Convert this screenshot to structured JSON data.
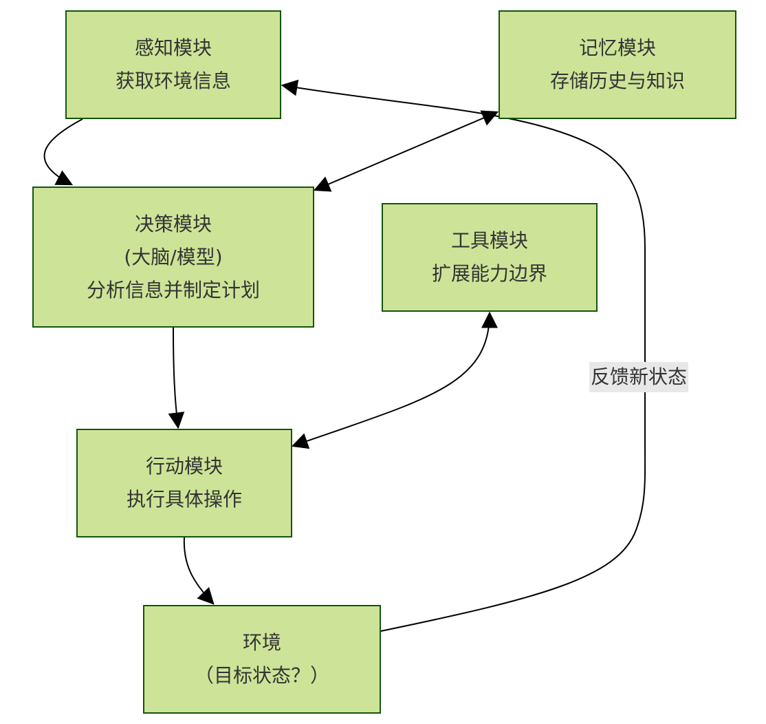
{
  "diagram": {
    "type": "flowchart",
    "colors": {
      "node_fill": "#cde498",
      "node_border": "#13540c",
      "text": "#333333",
      "edge": "#000000",
      "label_bg": "#e8e8e8"
    },
    "nodes": {
      "perception": {
        "lines": [
          "感知模块",
          "获取环境信息"
        ]
      },
      "memory": {
        "lines": [
          "记忆模块",
          "存储历史与知识"
        ]
      },
      "decision": {
        "lines": [
          "决策模块",
          "(大脑/模型)",
          "分析信息并制定计划"
        ]
      },
      "tools": {
        "lines": [
          "工具模块",
          "扩展能力边界"
        ]
      },
      "action": {
        "lines": [
          "行动模块",
          "执行具体操作"
        ]
      },
      "environment": {
        "lines": [
          "环境",
          "（目标状态？）"
        ]
      }
    },
    "edges": [
      {
        "from": "perception",
        "to": "decision",
        "direction": "forward",
        "label": ""
      },
      {
        "from": "decision",
        "to": "memory",
        "direction": "both",
        "label": ""
      },
      {
        "from": "decision",
        "to": "action",
        "direction": "forward",
        "label": ""
      },
      {
        "from": "action",
        "to": "tools",
        "direction": "both",
        "label": ""
      },
      {
        "from": "action",
        "to": "environment",
        "direction": "forward",
        "label": ""
      },
      {
        "from": "environment",
        "to": "perception",
        "direction": "forward",
        "label": "反馈新状态"
      }
    ]
  }
}
